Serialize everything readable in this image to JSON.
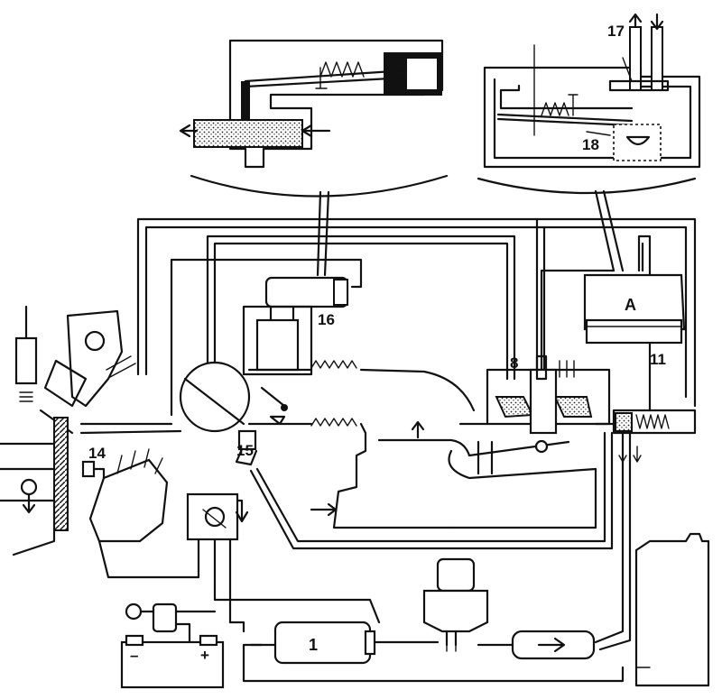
{
  "labels": {
    "part_1": "1",
    "part_8": "8",
    "part_11": "11",
    "part_14": "14",
    "part_15": "15",
    "part_16": "16",
    "part_17": "17",
    "part_18": "18",
    "part_A": "A"
  },
  "battery": {
    "minus": "–",
    "plus": "+"
  }
}
